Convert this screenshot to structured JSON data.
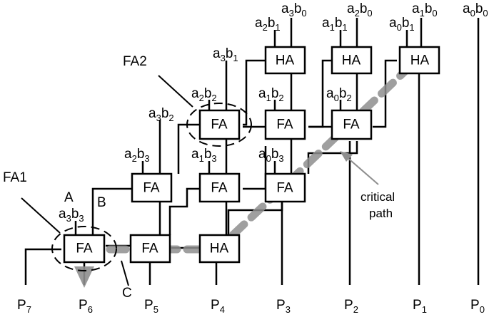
{
  "blocks": {
    "ha_r1_c1": "HA",
    "ha_r1_c2": "HA",
    "ha_r1_c3": "HA",
    "fa_r2_c1": "FA",
    "fa_r2_c2": "FA",
    "fa_r2_c3": "FA",
    "fa_r3_c1": "FA",
    "fa_r3_c2": "FA",
    "fa_r3_c3": "FA",
    "fa_r4_c1": "FA",
    "fa_r4_c2": "FA",
    "ha_r4_c3": "HA"
  },
  "inputs": {
    "a3b0": {
      "a": "a",
      "i": "3",
      "b": "b",
      "j": "0"
    },
    "a2b0": {
      "a": "a",
      "i": "2",
      "b": "b",
      "j": "0"
    },
    "a1b0": {
      "a": "a",
      "i": "1",
      "b": "b",
      "j": "0"
    },
    "a0b0": {
      "a": "a",
      "i": "0",
      "b": "b",
      "j": "0"
    },
    "a2b1": {
      "a": "a",
      "i": "2",
      "b": "b",
      "j": "1"
    },
    "a1b1": {
      "a": "a",
      "i": "1",
      "b": "b",
      "j": "1"
    },
    "a0b1": {
      "a": "a",
      "i": "0",
      "b": "b",
      "j": "1"
    },
    "a3b1": {
      "a": "a",
      "i": "3",
      "b": "b",
      "j": "1"
    },
    "a2b2": {
      "a": "a",
      "i": "2",
      "b": "b",
      "j": "2"
    },
    "a1b2": {
      "a": "a",
      "i": "1",
      "b": "b",
      "j": "2"
    },
    "a0b2": {
      "a": "a",
      "i": "0",
      "b": "b",
      "j": "2"
    },
    "a3b2": {
      "a": "a",
      "i": "3",
      "b": "b",
      "j": "2"
    },
    "a2b3": {
      "a": "a",
      "i": "2",
      "b": "b",
      "j": "3"
    },
    "a1b3": {
      "a": "a",
      "i": "1",
      "b": "b",
      "j": "3"
    },
    "a0b3": {
      "a": "a",
      "i": "0",
      "b": "b",
      "j": "3"
    },
    "a3b3": {
      "a": "a",
      "i": "3",
      "b": "b",
      "j": "3"
    }
  },
  "outputs": {
    "p7": {
      "p": "P",
      "n": "7"
    },
    "p6": {
      "p": "P",
      "n": "6"
    },
    "p5": {
      "p": "P",
      "n": "5"
    },
    "p4": {
      "p": "P",
      "n": "4"
    },
    "p3": {
      "p": "P",
      "n": "3"
    },
    "p2": {
      "p": "P",
      "n": "2"
    },
    "p1": {
      "p": "P",
      "n": "1"
    },
    "p0": {
      "p": "P",
      "n": "0"
    }
  },
  "callouts": {
    "fa1": "FA1",
    "fa2": "FA2",
    "a": "A",
    "b": "B",
    "c": "C",
    "critical_line1": "critical",
    "critical_line2": "path"
  },
  "colors": {
    "critical_path": "#8e8e8e",
    "lines": "#000000"
  }
}
